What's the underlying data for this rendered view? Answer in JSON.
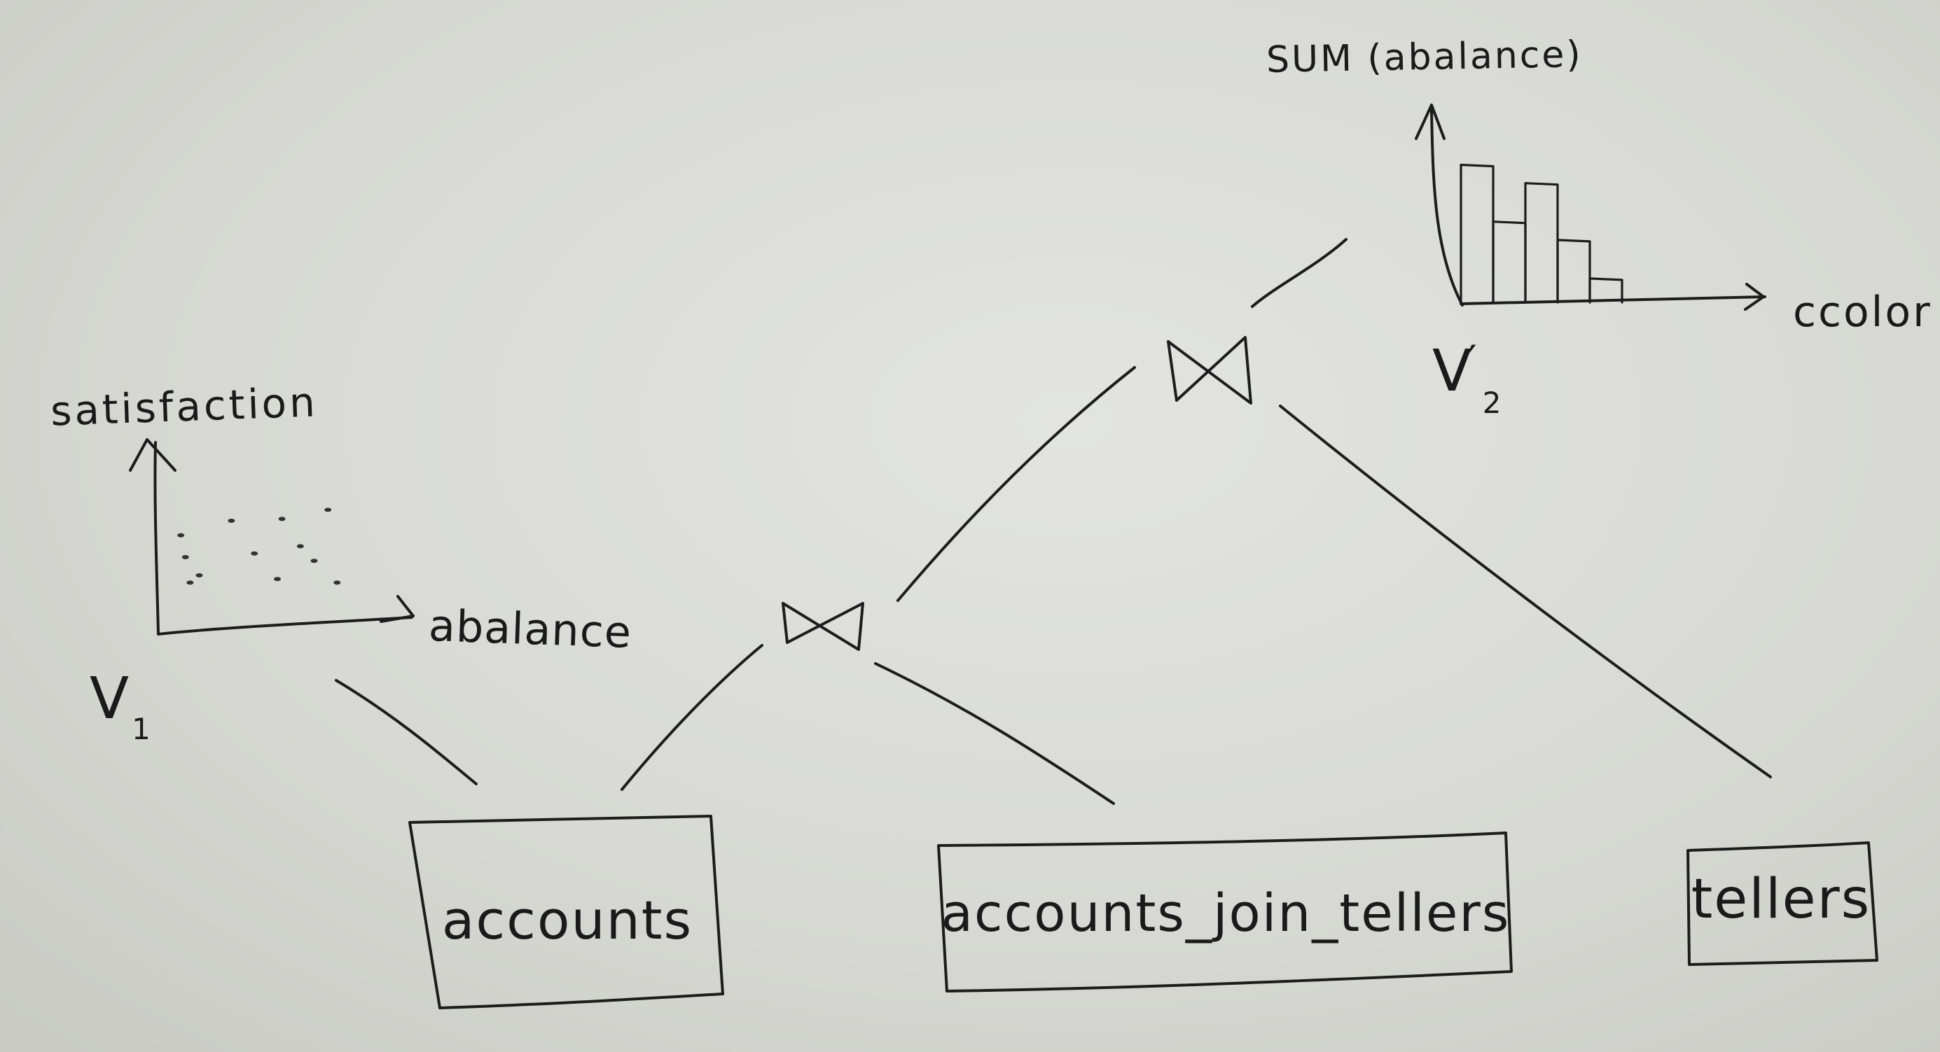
{
  "views": {
    "v1": {
      "name": "V",
      "subscript": "1",
      "y_axis_label": "satisfaction",
      "x_axis_label": "abalance",
      "scatter_points": [
        {
          "abalance": 0.08,
          "satisfaction": 0.52
        },
        {
          "abalance": 0.3,
          "satisfaction": 0.6
        },
        {
          "abalance": 0.52,
          "satisfaction": 0.61
        },
        {
          "abalance": 0.72,
          "satisfaction": 0.66
        },
        {
          "abalance": 0.1,
          "satisfaction": 0.4
        },
        {
          "abalance": 0.4,
          "satisfaction": 0.42
        },
        {
          "abalance": 0.6,
          "satisfaction": 0.46
        },
        {
          "abalance": 0.12,
          "satisfaction": 0.26
        },
        {
          "abalance": 0.16,
          "satisfaction": 0.3
        },
        {
          "abalance": 0.5,
          "satisfaction": 0.28
        },
        {
          "abalance": 0.76,
          "satisfaction": 0.26
        },
        {
          "abalance": 0.66,
          "satisfaction": 0.38
        }
      ]
    },
    "v2": {
      "name": "V",
      "subscript": "2",
      "prime": "′",
      "y_axis_label": "SUM (abalance)",
      "x_axis_label": "ccolor",
      "bars": [
        0.75,
        0.44,
        0.65,
        0.34,
        0.13
      ]
    }
  },
  "tables": {
    "accounts": "accounts",
    "accounts_join_tellers": "accounts_join_tellers",
    "tellers": "tellers"
  },
  "operators": {
    "join_lower": "⋈",
    "join_upper": "⋈"
  }
}
